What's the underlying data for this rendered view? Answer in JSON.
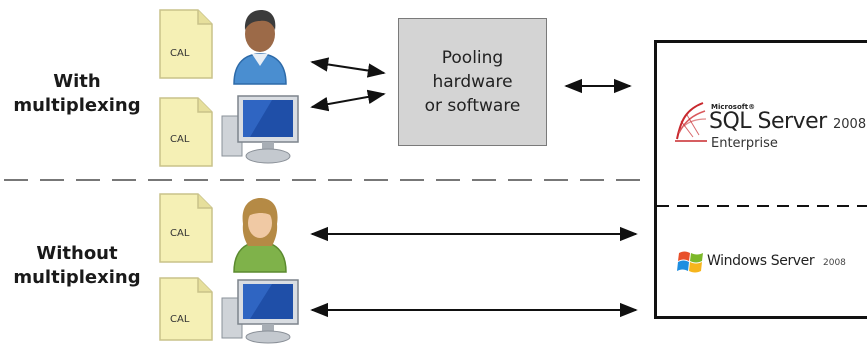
{
  "sections": {
    "with_label": "With\nmultiplexing",
    "without_label": "Without\nmultiplexing"
  },
  "cal_label": "CAL",
  "pooling_box": {
    "text": "Pooling\nhardware\nor software"
  },
  "server": {
    "sql_logo": {
      "brand_small": "Microsoft®",
      "product": "SQL Server",
      "version": "2008",
      "edition": "Enterprise"
    },
    "windows_logo": {
      "product": "Windows Server",
      "version": "2008"
    }
  },
  "icons": [
    "cal-document-icon",
    "user-man-icon",
    "user-woman-icon",
    "computer-monitor-icon",
    "double-arrow-icon",
    "sql-server-logo-icon",
    "windows-flag-icon"
  ],
  "colors": {
    "cal_document": "#f5f0b5",
    "pool_box": "#d4d4d4",
    "monitor_screen": "#1f4fa8",
    "sql_red": "#c8282d",
    "divider": "#777777"
  }
}
